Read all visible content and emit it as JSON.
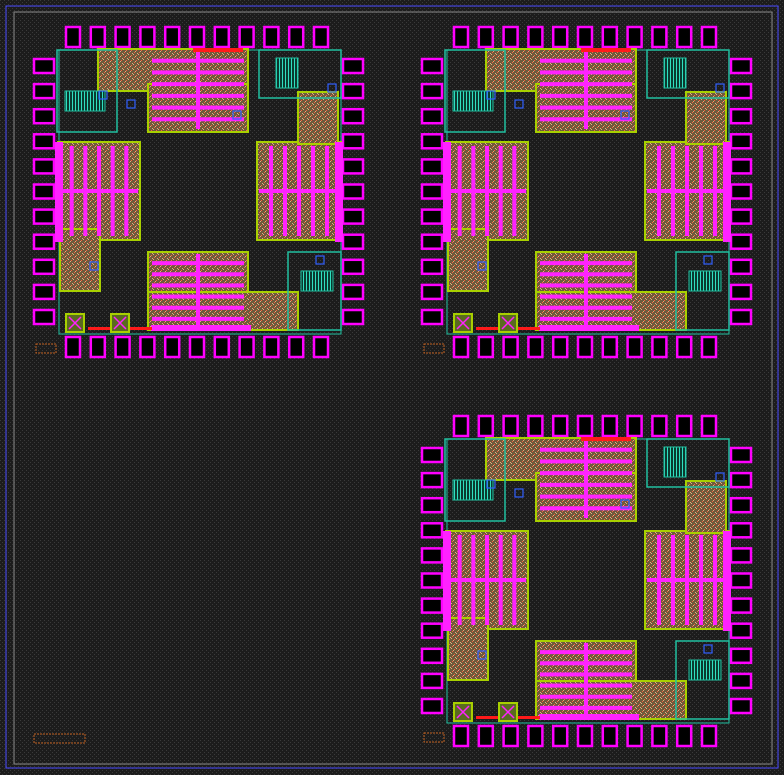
{
  "view": {
    "tool": "ic-layout-editor",
    "background_color": "#000000",
    "canvas_fill": "#202020",
    "border_color": "#8a8a8a",
    "die_outline_color": "#4a4aff"
  },
  "layers": {
    "pad": {
      "stroke": "#ff00ff",
      "fill": "#000000"
    },
    "metal1": {
      "color": "#ff22ff"
    },
    "diffusion": {
      "stroke": "#a8d000",
      "fill": "#c8a070"
    },
    "poly": {
      "color": "#ff1a1a"
    },
    "metal2": {
      "color": "#20c0a0"
    },
    "contact": {
      "color": "#3060ff"
    },
    "label_marker": {
      "color": "#c06020"
    }
  },
  "cells": [
    {
      "id": "cell-top-left",
      "pads_per_side": 11,
      "pad_marker": true
    },
    {
      "id": "cell-top-right",
      "pads_per_side": 11,
      "pad_marker": true
    },
    {
      "id": "cell-bottom-right",
      "pads_per_side": 11,
      "pad_marker": true
    }
  ],
  "die_marker": {
    "present": true
  }
}
